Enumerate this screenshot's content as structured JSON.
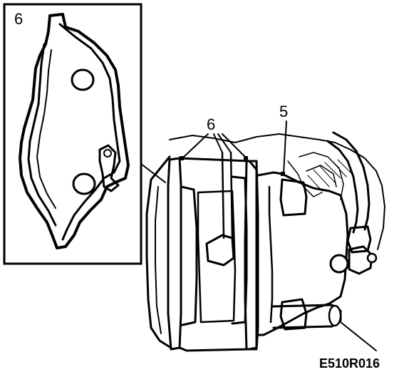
{
  "labels": {
    "inset_callout": "6",
    "pads_callout": "6",
    "caliper_callout": "5",
    "figure_code": "E510R016"
  },
  "colors": {
    "ink": "#000000",
    "paper": "#ffffff"
  }
}
